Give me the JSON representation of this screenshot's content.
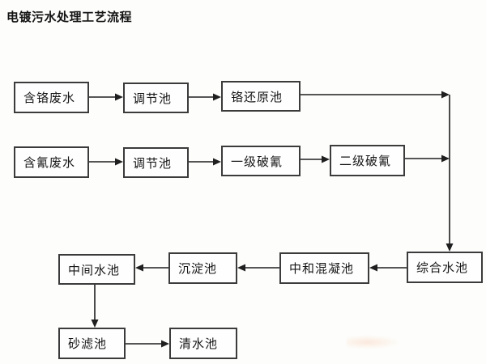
{
  "title": "电镀污水处理工艺流程",
  "colors": {
    "background": "#fdfdfc",
    "box_border": "#3b3b3b",
    "line": "#1f1f1f",
    "text": "#161616"
  },
  "flowchart": {
    "nodes": {
      "cr_wastewater": {
        "label": "含铬废水"
      },
      "cr_regulating": {
        "label": "调节池"
      },
      "cr_reduction": {
        "label": "铬还原池"
      },
      "cn_wastewater": {
        "label": "含氰废水"
      },
      "cn_regulating": {
        "label": "调节池"
      },
      "cn_break1": {
        "label": "一级破氰"
      },
      "cn_break2": {
        "label": "二级破氰"
      },
      "comprehensive": {
        "label": "综合水池"
      },
      "neutralization": {
        "label": "中和混凝池"
      },
      "sedimentation": {
        "label": "沉淀池"
      },
      "intermediate": {
        "label": "中间水池"
      },
      "sand_filter": {
        "label": "砂滤池"
      },
      "clean_water": {
        "label": "清水池"
      }
    },
    "edges": [
      {
        "from": "含铬废水",
        "to": "调节池"
      },
      {
        "from": "调节池",
        "to": "铬还原池"
      },
      {
        "from": "铬还原池",
        "to": "综合水池"
      },
      {
        "from": "含氰废水",
        "to": "调节池"
      },
      {
        "from": "调节池",
        "to": "一级破氰"
      },
      {
        "from": "一级破氰",
        "to": "二级破氰"
      },
      {
        "from": "二级破氰",
        "to": "综合水池"
      },
      {
        "from": "综合水池",
        "to": "中和混凝池"
      },
      {
        "from": "中和混凝池",
        "to": "沉淀池"
      },
      {
        "from": "沉淀池",
        "to": "中间水池"
      },
      {
        "from": "中间水池",
        "to": "砂滤池"
      },
      {
        "from": "砂滤池",
        "to": "清水池"
      }
    ]
  }
}
